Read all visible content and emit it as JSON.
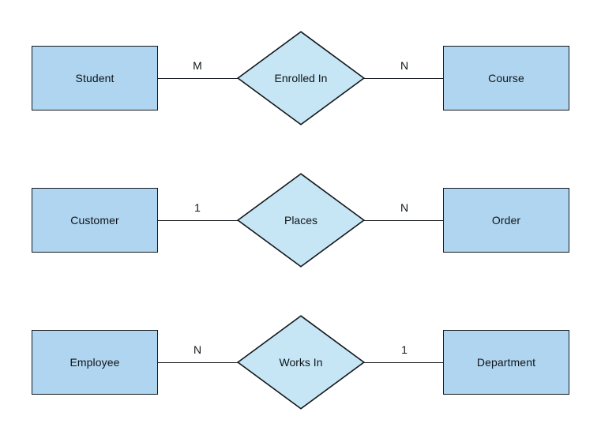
{
  "diagram": {
    "type": "entity-relationship-diagram",
    "background_color": "#ffffff",
    "entity_fill_color": "#AFD5F0",
    "relationship_fill_color": "#C6E6F5",
    "stroke_color": "#14181c",
    "rows": [
      {
        "left_entity": "Student",
        "left_cardinality": "M",
        "relationship": "Enrolled In",
        "right_cardinality": "N",
        "right_entity": "Course"
      },
      {
        "left_entity": "Customer",
        "left_cardinality": "1",
        "relationship": "Places",
        "right_cardinality": "N",
        "right_entity": "Order"
      },
      {
        "left_entity": "Employee",
        "left_cardinality": "N",
        "relationship": "Works In",
        "right_cardinality": "1",
        "right_entity": "Department"
      }
    ]
  }
}
